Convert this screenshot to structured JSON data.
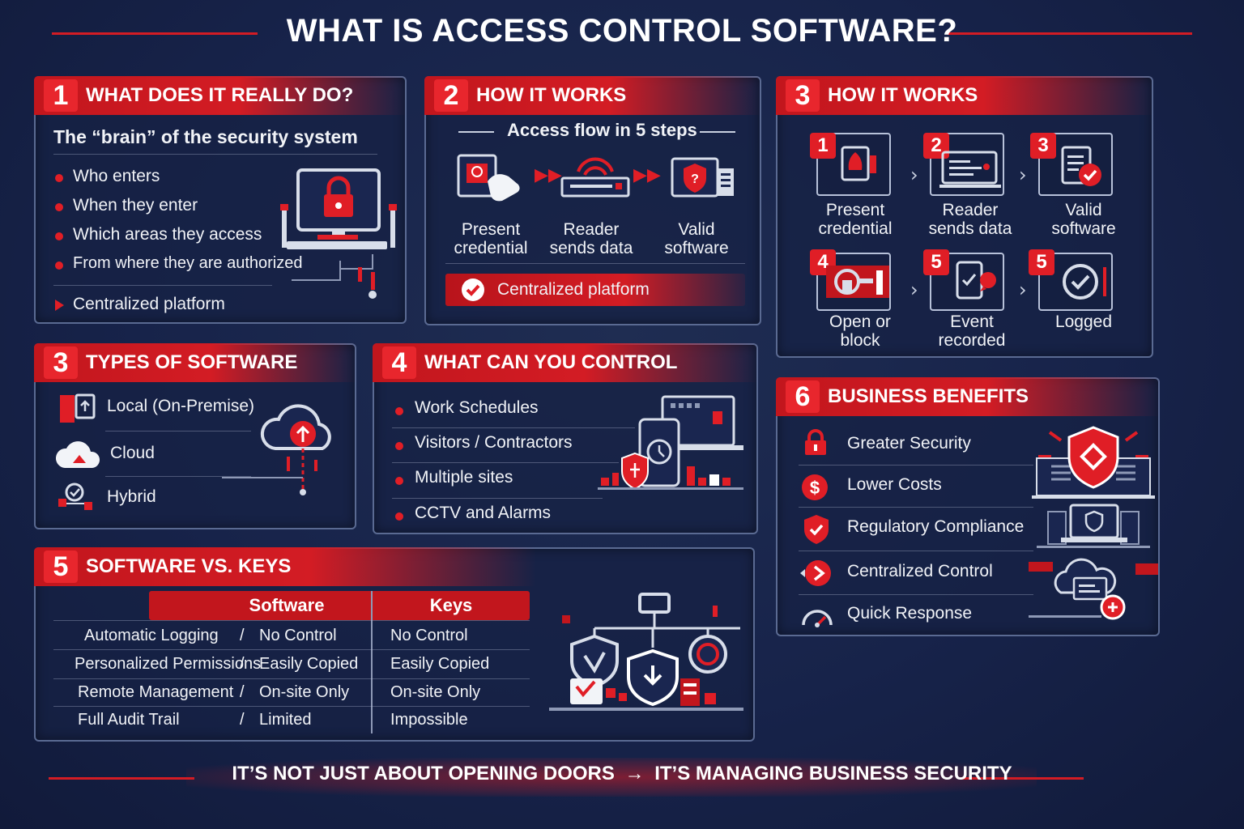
{
  "title": "WHAT IS ACCESS CONTROL SOFTWARE?",
  "panel1": {
    "number": "1",
    "heading": "WHAT DOES IT REALLY DO?",
    "subtitle": "The “brain” of the security system",
    "items": [
      "Who enters",
      "When they enter",
      "Which areas they access",
      "From where they are authorized"
    ],
    "footer_item": "Centralized platform"
  },
  "panel2": {
    "number": "2",
    "heading": "HOW IT WORKS",
    "subtitle": "Access flow in 5 steps",
    "steps": [
      {
        "line1": "Present",
        "line2": "credential"
      },
      {
        "line1": "Reader",
        "line2": "sends data"
      },
      {
        "line1": "Valid",
        "line2": "software"
      }
    ],
    "bar_label": "Centralized platform"
  },
  "panel3a": {
    "number": "3",
    "heading": "HOW IT WORKS",
    "steps": [
      {
        "badge": "1",
        "line1": "Present",
        "line2": "credential"
      },
      {
        "badge": "2",
        "line1": "Reader",
        "line2": "sends data"
      },
      {
        "badge": "3",
        "line1": "Valid",
        "line2": "software"
      },
      {
        "badge": "4",
        "line1": "Open or",
        "line2": "block"
      },
      {
        "badge": "5",
        "line1": "Event",
        "line2": "recorded"
      },
      {
        "badge": "5",
        "line1": "Logged",
        "line2": ""
      }
    ]
  },
  "panel3b": {
    "number": "3",
    "heading": "TYPES OF SOFTWARE",
    "items": [
      "Local (On-Premise)",
      "Cloud",
      "Hybrid"
    ]
  },
  "panel4": {
    "number": "4",
    "heading": "WHAT CAN YOU CONTROL",
    "items": [
      "Work Schedules",
      "Visitors / Contractors",
      "Multiple sites",
      "CCTV and Alarms"
    ]
  },
  "panel5": {
    "number": "5",
    "heading": "SOFTWARE VS. KEYS",
    "col_software": "Software",
    "col_keys": "Keys",
    "rows": [
      {
        "feature": "Automatic Logging",
        "software": "No Control",
        "keys": "No Control"
      },
      {
        "feature": "Personalized Permissions",
        "software": "Easily Copied",
        "keys": "Easily Copied"
      },
      {
        "feature": "Remote Management",
        "software": "On-site Only",
        "keys": "On-site Only"
      },
      {
        "feature": "Full Audit Trail",
        "software": "Limited",
        "keys": "Impossible"
      }
    ],
    "separator": "/"
  },
  "panel6": {
    "number": "6",
    "heading": "BUSINESS BENEFITS",
    "items": [
      "Greater Security",
      "Lower Costs",
      "Regulatory Compliance",
      "Centralized Control",
      "Quick Response"
    ]
  },
  "footer": {
    "left": "IT’S NOT JUST ABOUT OPENING DOORS",
    "arrow": "→",
    "right": "IT’S MANAGING BUSINESS SECURITY"
  },
  "colors": {
    "accent": "#e01e26",
    "background": "#17234a",
    "panel_border": "#5a6a92"
  }
}
